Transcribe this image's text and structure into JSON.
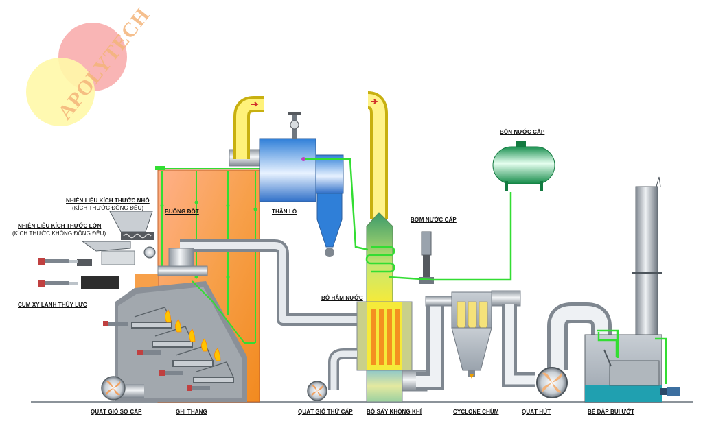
{
  "brand": {
    "name": "APOLYTECH"
  },
  "labels": {
    "fuel_small": "NHIÊN LIỆU KÍCH THƯỚC NHỎ",
    "fuel_small_note": "(KÍCH THƯỚC ĐỒNG ĐỀU)",
    "fuel_large": "NHIÊN LIỆU KÍCH THƯỚC LỚN",
    "fuel_large_note": "(KÍCH THƯỚC KHÔNG ĐỒNG ĐỀU)",
    "hydraulic": "CỤM XY LANH THỦY LỰC",
    "combustion_chamber": "BUỒNG ĐỐT",
    "boiler_body": "THÂN LÒ",
    "economizer": "BỘ HÂM NƯỚC",
    "feed_pump": "BƠM NƯỚC CẤP",
    "feed_tank": "BỒN NƯỚC CẤP",
    "primary_fan": "QUẠT GIÓ SƠ CẤP",
    "step_grate": "GHI THANG",
    "secondary_fan": "QUẠT GIÓ THỨ CẤP",
    "air_heater": "BỘ SẤY KHÔNG KHÍ",
    "multi_cyclone": "CYCLONE CHÙM",
    "induced_fan": "QUẠT HÚT",
    "wet_scrubber": "BỂ DẬP BỤI ƯỚT"
  },
  "colors": {
    "flame_orange": "#f39a3c",
    "flue_yellow": "#f5ea3a",
    "steel_gray": "#9aa3ad",
    "water_green": "#33dd33",
    "drum_blue": "#2f7fd8",
    "tank_green": "#1aa05a",
    "scrubber_water": "#20a0b0"
  }
}
